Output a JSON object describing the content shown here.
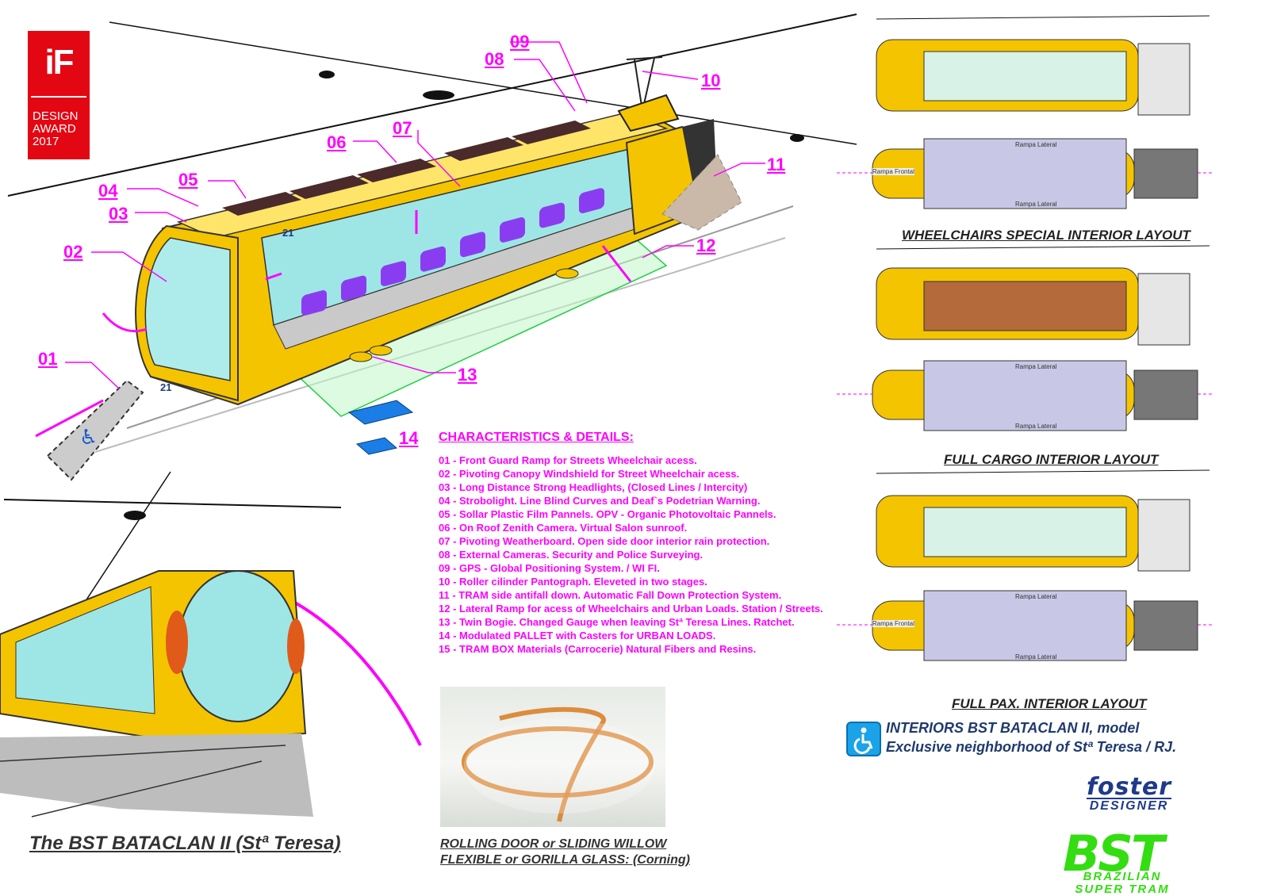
{
  "badge": {
    "logo": "iF",
    "lines": [
      "DESIGN",
      "AWARD",
      "2017"
    ],
    "color": "#e30613"
  },
  "callouts": [
    "01",
    "02",
    "03",
    "04",
    "05",
    "06",
    "07",
    "08",
    "09",
    "10",
    "11",
    "12",
    "13",
    "14"
  ],
  "characteristics": {
    "title": "CHARACTERISTICS & DETAILS:",
    "items": [
      "01 - Front Guard Ramp for Streets Wheelchair acess.",
      "02 - Pivoting Canopy Windshield for Street Wheelchair acess.",
      "03 - Long Distance Strong Headlights, (Closed Lines / Intercity)",
      "04 - Strobolight. Line Blind Curves and Deaf`s Podetrian Warning.",
      "05 - Sollar Plastic Film Pannels. OPV - Organic Photovoltaic Pannels.",
      "06 - On Roof Zenith Camera. Virtual Salon sunroof.",
      "07 - Pivoting Weatherboard. Open side door interior rain protection.",
      "08 - External Cameras. Security and Police Surveying.",
      "09 - GPS - Global Positioning System. / WI FI.",
      "10 - Roller cilinder Pantograph. Eleveted in two stages.",
      "11 - TRAM side antifall down. Automatic Fall Down Protection System.",
      "12 - Lateral Ramp for acess of Wheelchairs and Urban Loads. Station / Streets.",
      "13 - Twin Bogie. Changed Gauge when leaving Stª Teresa Lines. Ratchet.",
      "14 - Modulated PALLET with Casters for URBAN LOADS.",
      "15 - TRAM BOX Materials (Carrocerie) Natural Fibers and Resins."
    ]
  },
  "layouts": {
    "wheelchairs": "WHEELCHAIRS SPECIAL INTERIOR LAYOUT",
    "cargo": "FULL CARGO INTERIOR LAYOUT",
    "pax": "FULL PAX.  INTERIOR LAYOUT",
    "rampa_lateral": "Rampa Lateral",
    "rampa_frontal": "Rampa Frontal"
  },
  "interiors": {
    "line1": "INTERIORS BST BATACLAN II, model",
    "line2": "Exclusive neighborhood of Stª Teresa / RJ."
  },
  "caption_main": "The BST BATACLAN II (Stª Teresa)",
  "rolling": {
    "line1": "ROLLING DOOR or SLIDING WILLOW",
    "line2": "FLEXIBLE  or GORILLA GLASS: (Corning)"
  },
  "brand": {
    "foster": "foster",
    "designer": "DESIGNER",
    "bst": "BST",
    "sub1": "BRAZILIAN",
    "sub2": "SUPER TRAM"
  },
  "tram_number": "21",
  "colors": {
    "callout": "#ff00ff",
    "tram_body": "#f5c400",
    "glass": "#9ee6e6",
    "seats": "#8a3df0",
    "solar": "#4a2a2a",
    "brand_green": "#33dd11",
    "brand_blue": "#1f3a8a"
  }
}
